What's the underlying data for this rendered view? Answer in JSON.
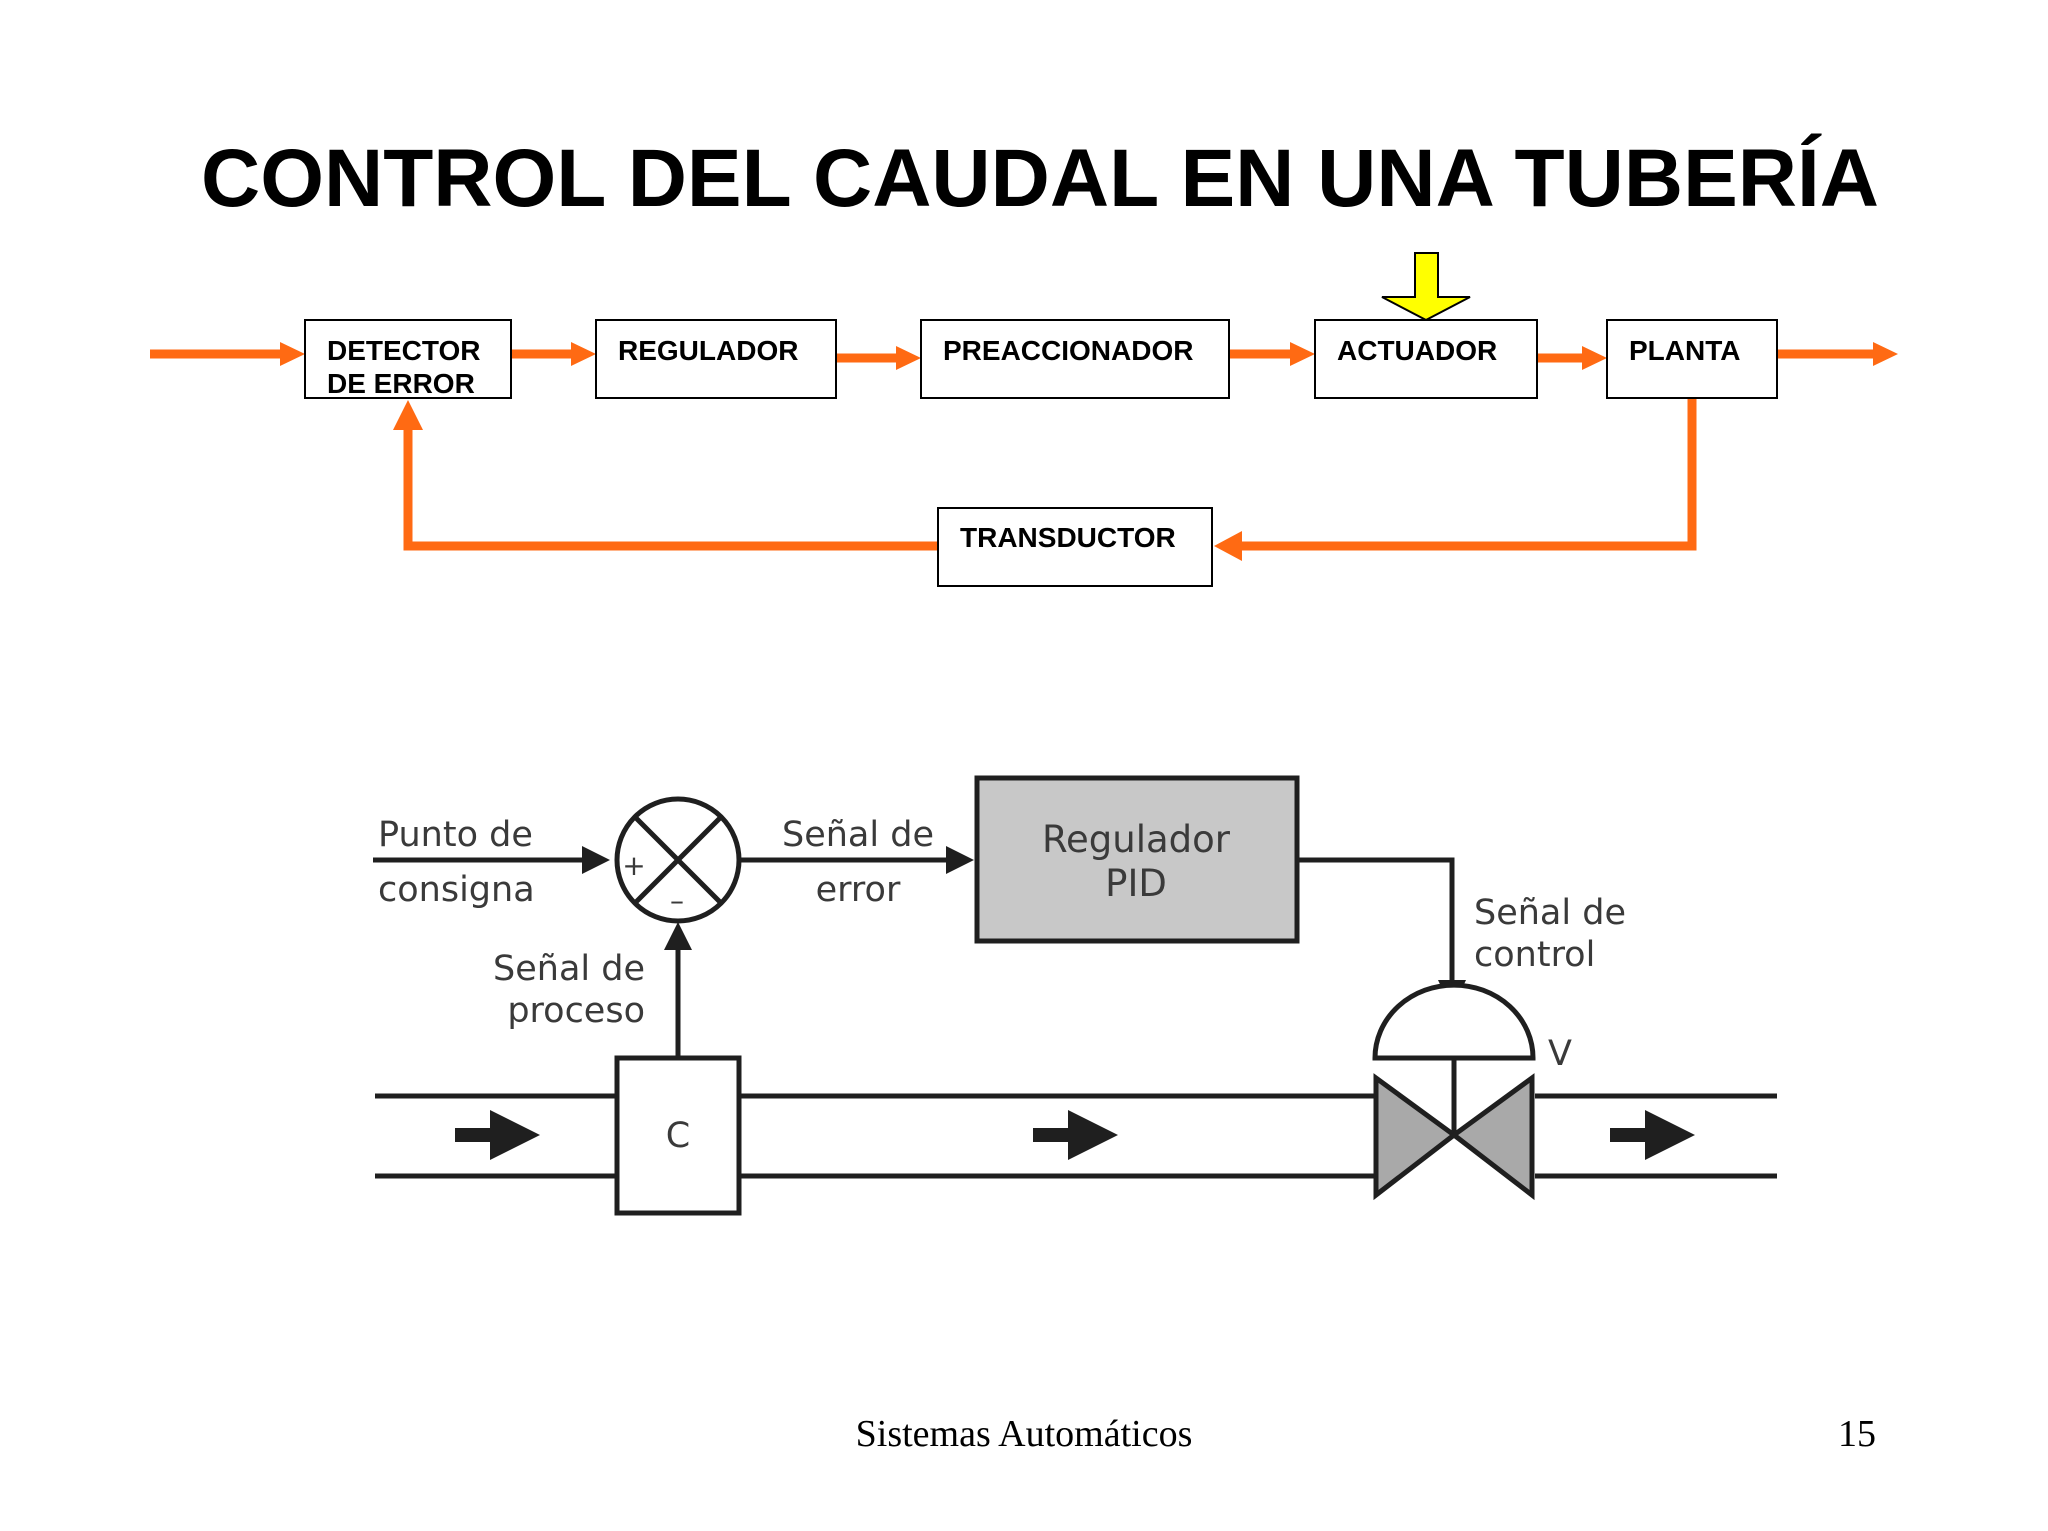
{
  "title": "CONTROL DEL CAUDAL EN UNA TUBERÍA",
  "block_diagram": {
    "detector": [
      "DETECTOR",
      "DE ERROR"
    ],
    "regulador": "REGULADOR",
    "preaccionador": "PREACCIONADOR",
    "actuador": "ACTUADOR",
    "planta": "PLANTA",
    "transductor": "TRANSDUCTOR",
    "flow_color": "#ff6a13",
    "disturbance_arrow_color": "#ffff00"
  },
  "process_diagram": {
    "setpoint": [
      "Punto de",
      "consigna"
    ],
    "error_signal": [
      "Señal de",
      "error"
    ],
    "regulator": [
      "Regulador",
      "PID"
    ],
    "control_signal": [
      "Señal de",
      "control"
    ],
    "process_signal": [
      "Señal de",
      "proceso"
    ],
    "plus": "+",
    "minus": "–",
    "sensor": "C",
    "valve": "V",
    "regulator_fill": "#c8c8c8",
    "valve_fill": "#a9a9a9"
  },
  "footer": {
    "text": "Sistemas Automáticos",
    "page": "15"
  }
}
